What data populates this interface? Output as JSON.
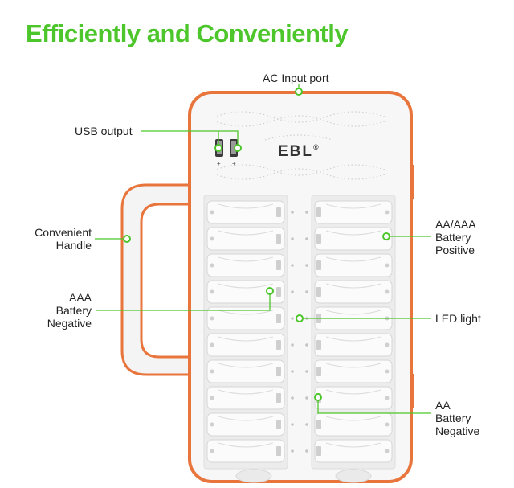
{
  "title": "Efficiently and Conveniently",
  "brand": "EBL",
  "brand_mark": "®",
  "usb_symbols": [
    "+",
    "+"
  ],
  "callouts": {
    "ac_input": "AC Input port",
    "usb_output": "USB output",
    "handle": [
      "Convenient",
      "Handle"
    ],
    "aaa_negative": [
      "AAA",
      "Battery",
      "Negative"
    ],
    "aa_aaa_positive": [
      "AA/AAA",
      "Battery",
      "Positive"
    ],
    "led_light": "LED light",
    "aa_negative": [
      "AA",
      "Battery",
      "Negative"
    ]
  },
  "colors": {
    "title_green": "#4cc62b",
    "callout_green": "#4cc62b",
    "case_orange": "#e8753c",
    "case_white": "#f7f7f7",
    "slot_gray": "#e6e6e6"
  },
  "slots_per_bay": 10
}
